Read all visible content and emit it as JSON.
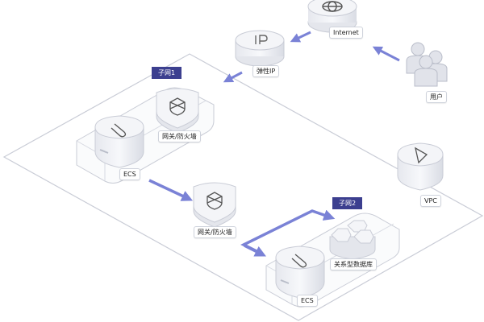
{
  "labels": {
    "internet": "Internet",
    "eip": "弹性IP",
    "users": "用户",
    "subnet1": "子网1",
    "gateway1": "网关/防火墙",
    "ecs1": "ECS",
    "vpc": "VPC",
    "gateway2": "网关/防火墙",
    "subnet2": "子网2",
    "db": "关系型数据库",
    "ecs2": "ECS"
  },
  "colors": {
    "accent": "#3c3f8f",
    "arrow": "#7a82d6",
    "outline": "#c9ccd6",
    "node_top": "#f4f5f8",
    "node_side": "#e4e6ec"
  },
  "icons": [
    "globe-icon",
    "eip-icon",
    "users-icon",
    "shield-icon",
    "ecs-clip-icon",
    "vpc-triangle-icon",
    "database-hex-icon"
  ]
}
